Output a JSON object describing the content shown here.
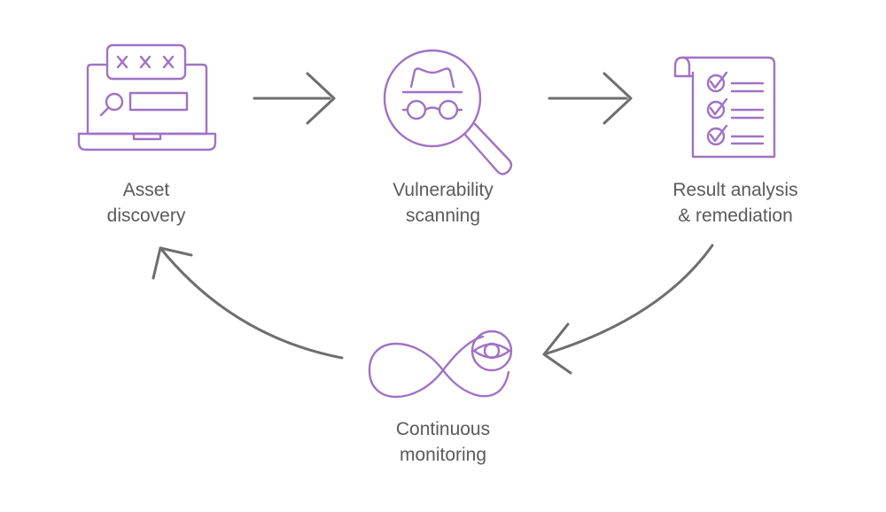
{
  "colors": {
    "icon": "#a072c4",
    "arrow": "#6e6e6e",
    "text": "#5a5a5a",
    "background": "#ffffff"
  },
  "steps": [
    {
      "id": "asset-discovery",
      "icon": "laptop-search-icon",
      "label_lines": [
        "Asset",
        "discovery"
      ]
    },
    {
      "id": "vulnerability-scanning",
      "icon": "spy-magnifier-icon",
      "label_lines": [
        "Vulnerability",
        "scanning"
      ]
    },
    {
      "id": "result-analysis",
      "icon": "checklist-scroll-icon",
      "label_lines": [
        "Result analysis",
        "& remediation"
      ]
    },
    {
      "id": "continuous-monitoring",
      "icon": "infinity-eye-icon",
      "label_lines": [
        "Continuous",
        "monitoring"
      ]
    }
  ],
  "flow": [
    "asset-discovery",
    "vulnerability-scanning",
    "result-analysis",
    "continuous-monitoring",
    "asset-discovery"
  ]
}
